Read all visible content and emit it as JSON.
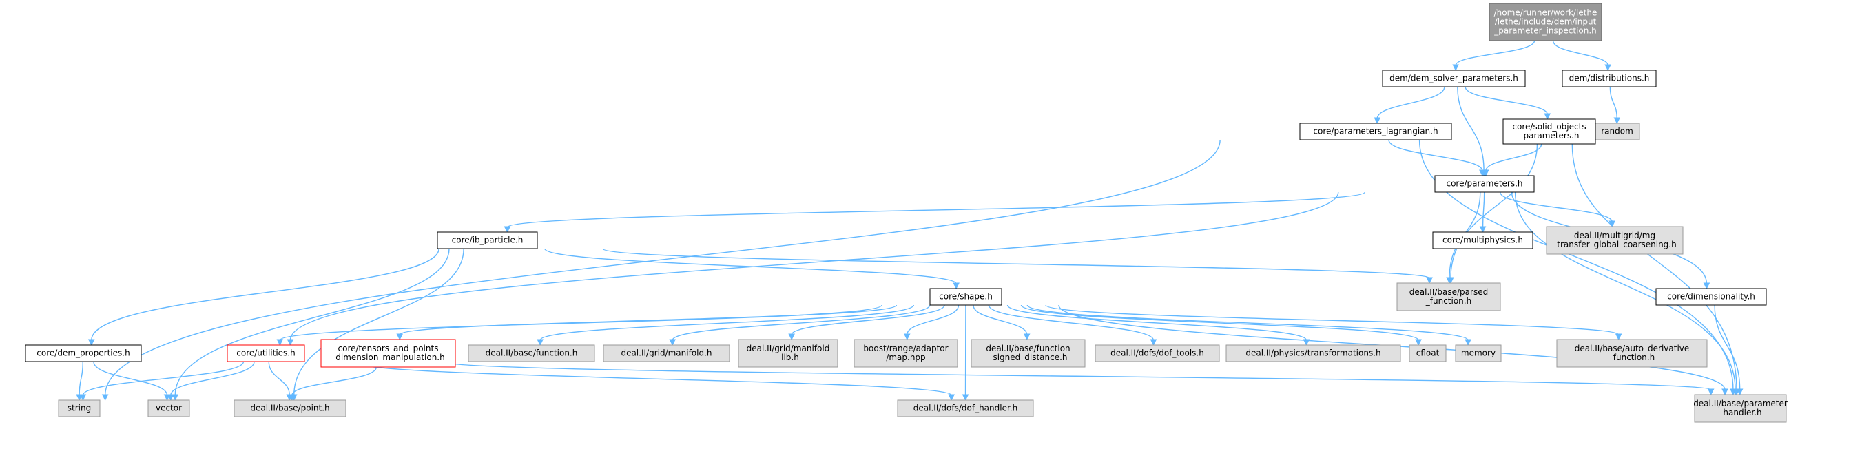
{
  "diagram": {
    "colors": {
      "root_fill": "#999999",
      "root_border": "#666666",
      "plain_fill": "#ffffff",
      "plain_border": "#000000",
      "external_fill": "#e0e0e0",
      "external_border": "#999999",
      "highlight_border": "#ff0000",
      "edge": "#63b8ff"
    },
    "nodes": [
      {
        "id": "root",
        "lines": [
          "/home/runner/work/lethe",
          "/lethe/include/dem/input",
          "_parameter_inspection.h"
        ],
        "style": "root"
      },
      {
        "id": "dem_solver",
        "lines": [
          "dem/dem_solver_parameters.h"
        ],
        "style": "plain"
      },
      {
        "id": "dem_distributions",
        "lines": [
          "dem/distributions.h"
        ],
        "style": "plain"
      },
      {
        "id": "random",
        "lines": [
          "random"
        ],
        "style": "external"
      },
      {
        "id": "params_lagr",
        "lines": [
          "core/parameters_lagrangian.h"
        ],
        "style": "plain"
      },
      {
        "id": "solid_objects",
        "lines": [
          "core/solid_objects",
          "_parameters.h"
        ],
        "style": "plain"
      },
      {
        "id": "parameters",
        "lines": [
          "core/parameters.h"
        ],
        "style": "plain"
      },
      {
        "id": "ib_particle",
        "lines": [
          "core/ib_particle.h"
        ],
        "style": "plain"
      },
      {
        "id": "multiphysics",
        "lines": [
          "core/multiphysics.h"
        ],
        "style": "plain"
      },
      {
        "id": "mg_transfer",
        "lines": [
          "deal.II/multigrid/mg",
          "_transfer_global_coarsening.h"
        ],
        "style": "external"
      },
      {
        "id": "parsed_function",
        "lines": [
          "deal.II/base/parsed",
          "_function.h"
        ],
        "style": "external"
      },
      {
        "id": "dimensionality",
        "lines": [
          "core/dimensionality.h"
        ],
        "style": "plain"
      },
      {
        "id": "shape",
        "lines": [
          "core/shape.h"
        ],
        "style": "plain"
      },
      {
        "id": "dem_properties",
        "lines": [
          "core/dem_properties.h"
        ],
        "style": "plain"
      },
      {
        "id": "utilities",
        "lines": [
          "core/utilities.h"
        ],
        "style": "highlight"
      },
      {
        "id": "tensors",
        "lines": [
          "core/tensors_and_points",
          "_dimension_manipulation.h"
        ],
        "style": "highlight"
      },
      {
        "id": "base_function",
        "lines": [
          "deal.II/base/function.h"
        ],
        "style": "external"
      },
      {
        "id": "grid_manifold",
        "lines": [
          "deal.II/grid/manifold.h"
        ],
        "style": "external"
      },
      {
        "id": "manifold_lib",
        "lines": [
          "deal.II/grid/manifold",
          "_lib.h"
        ],
        "style": "external"
      },
      {
        "id": "boost_map",
        "lines": [
          "boost/range/adaptor",
          "/map.hpp"
        ],
        "style": "external"
      },
      {
        "id": "signed_distance",
        "lines": [
          "deal.II/base/function",
          "_signed_distance.h"
        ],
        "style": "external"
      },
      {
        "id": "dof_tools",
        "lines": [
          "deal.II/dofs/dof_tools.h"
        ],
        "style": "external"
      },
      {
        "id": "transformations",
        "lines": [
          "deal.II/physics/transformations.h"
        ],
        "style": "external"
      },
      {
        "id": "cfloat",
        "lines": [
          "cfloat"
        ],
        "style": "external"
      },
      {
        "id": "memory",
        "lines": [
          "memory"
        ],
        "style": "external"
      },
      {
        "id": "auto_derivative",
        "lines": [
          "deal.II/base/auto_derivative",
          "_function.h"
        ],
        "style": "external"
      },
      {
        "id": "string",
        "lines": [
          "string"
        ],
        "style": "external"
      },
      {
        "id": "vector",
        "lines": [
          "vector"
        ],
        "style": "external"
      },
      {
        "id": "point",
        "lines": [
          "deal.II/base/point.h"
        ],
        "style": "external"
      },
      {
        "id": "dof_handler",
        "lines": [
          "deal.II/dofs/dof_handler.h"
        ],
        "style": "external"
      },
      {
        "id": "param_handler",
        "lines": [
          "deal.II/base/parameter",
          "_handler.h"
        ],
        "style": "external"
      }
    ],
    "edges": [
      [
        "root",
        "dem_solver"
      ],
      [
        "root",
        "dem_distributions"
      ],
      [
        "dem_distributions",
        "random"
      ],
      [
        "dem_solver",
        "params_lagr"
      ],
      [
        "dem_solver",
        "solid_objects"
      ],
      [
        "dem_solver",
        "parameters"
      ],
      [
        "params_lagr",
        "parameters"
      ],
      [
        "params_lagr",
        "string"
      ],
      [
        "params_lagr",
        "param_handler"
      ],
      [
        "solid_objects",
        "parameters"
      ],
      [
        "solid_objects",
        "parsed_function"
      ],
      [
        "solid_objects",
        "param_handler"
      ],
      [
        "parameters",
        "ib_particle"
      ],
      [
        "parameters",
        "multiphysics"
      ],
      [
        "parameters",
        "mg_transfer"
      ],
      [
        "parameters",
        "parsed_function"
      ],
      [
        "parameters",
        "dimensionality"
      ],
      [
        "parameters",
        "param_handler"
      ],
      [
        "parameters",
        "utilities"
      ],
      [
        "ib_particle",
        "dem_properties"
      ],
      [
        "ib_particle",
        "shape"
      ],
      [
        "ib_particle",
        "parsed_function"
      ],
      [
        "ib_particle",
        "vector"
      ],
      [
        "ib_particle",
        "point"
      ],
      [
        "dimensionality",
        "param_handler"
      ],
      [
        "shape",
        "utilities"
      ],
      [
        "shape",
        "tensors"
      ],
      [
        "shape",
        "base_function"
      ],
      [
        "shape",
        "grid_manifold"
      ],
      [
        "shape",
        "manifold_lib"
      ],
      [
        "shape",
        "boost_map"
      ],
      [
        "shape",
        "signed_distance"
      ],
      [
        "shape",
        "dof_tools"
      ],
      [
        "shape",
        "transformations"
      ],
      [
        "shape",
        "cfloat"
      ],
      [
        "shape",
        "memory"
      ],
      [
        "shape",
        "auto_derivative"
      ],
      [
        "shape",
        "dof_handler"
      ],
      [
        "shape",
        "param_handler"
      ],
      [
        "dem_properties",
        "string"
      ],
      [
        "dem_properties",
        "vector"
      ],
      [
        "utilities",
        "string"
      ],
      [
        "utilities",
        "vector"
      ],
      [
        "utilities",
        "point"
      ],
      [
        "utilities",
        "dof_handler"
      ],
      [
        "utilities",
        "param_handler"
      ],
      [
        "tensors",
        "point"
      ]
    ]
  }
}
